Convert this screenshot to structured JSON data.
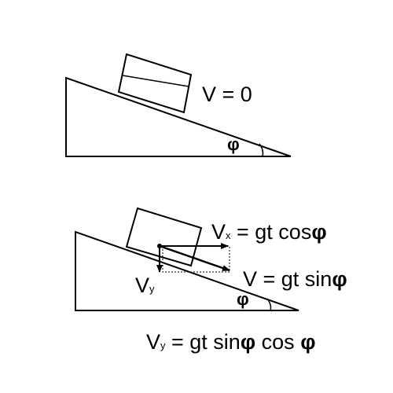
{
  "top_diagram": {
    "velocity_label": "V = 0",
    "angle_symbol": "φ"
  },
  "bottom_diagram": {
    "vx_symbol": "V",
    "vx_subscript": "x",
    "vx_expression": " = gt cos",
    "v_expression": "V = gt sin",
    "vy_symbol": "V",
    "vy_subscript": "y",
    "angle_symbol": "φ"
  },
  "formula": {
    "vy_symbol": "V",
    "vy_subscript": "y",
    "expression_part1": " = gt sin",
    "expression_part2": " cos ",
    "angle_symbol": "φ"
  },
  "colors": {
    "ink": "#000000",
    "background": "#ffffff"
  }
}
